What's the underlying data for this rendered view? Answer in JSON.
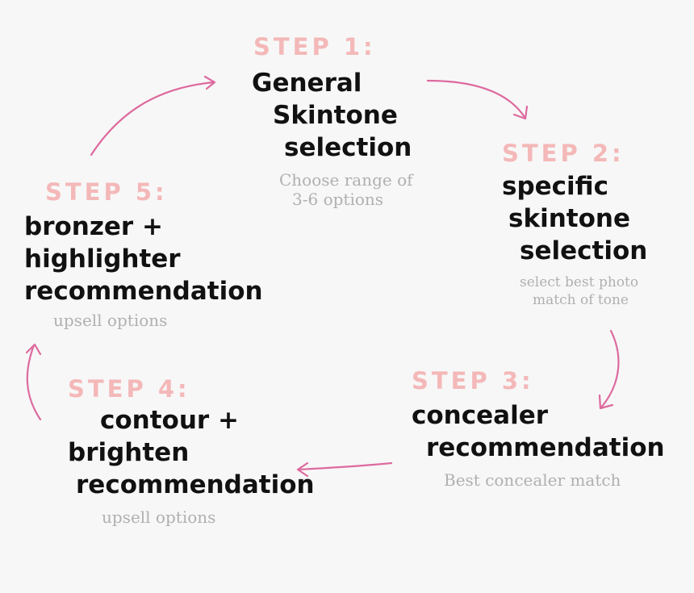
{
  "colors": {
    "background": "#f7f7f7",
    "step_label": "#f4b8b8",
    "title": "#111111",
    "note": "#b0b0b0",
    "arrow": "#dd6a9e"
  },
  "steps": [
    {
      "label": "STEP 1:",
      "title_lines": [
        "General",
        "Skintone",
        "selection"
      ],
      "note_lines": [
        "Choose range of",
        "3-6 options"
      ]
    },
    {
      "label": "STEP 2:",
      "title_lines": [
        "specific",
        "skintone",
        "selection"
      ],
      "note_lines": [
        "select best photo",
        "match of tone"
      ]
    },
    {
      "label": "STEP 3:",
      "title_lines": [
        "concealer",
        "recommendation"
      ],
      "note_lines": [
        "Best concealer match"
      ]
    },
    {
      "label": "STEP 4:",
      "title_lines": [
        "contour +",
        "brighten",
        "recommendation"
      ],
      "note_lines": [
        "upsell options"
      ]
    },
    {
      "label": "STEP 5:",
      "title_lines": [
        "bronzer +",
        "highlighter",
        "recommendation"
      ],
      "note_lines": [
        "upsell options"
      ]
    }
  ]
}
